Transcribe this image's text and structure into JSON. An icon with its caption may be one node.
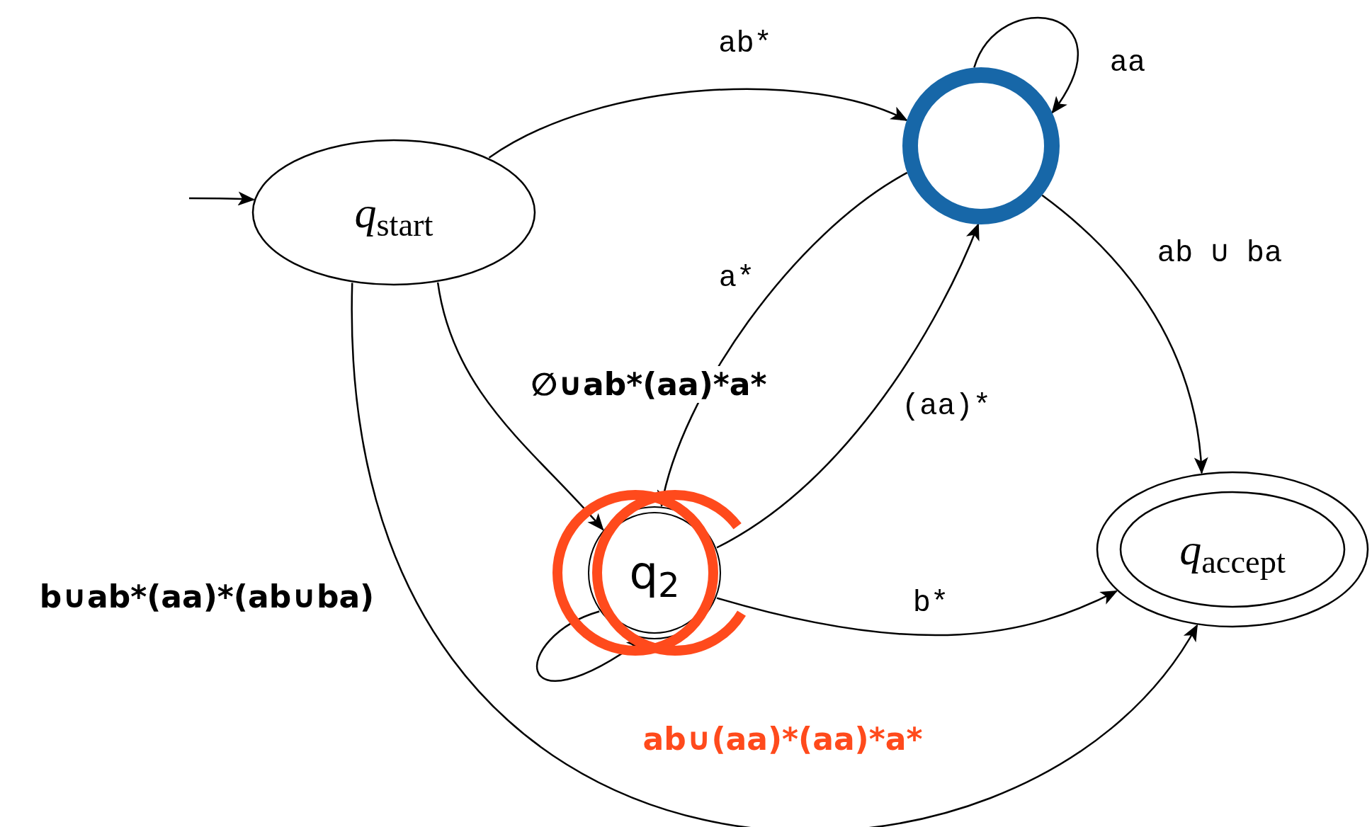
{
  "diagram": {
    "nodes": [
      {
        "text": [
          "*q*$_{start}$"
        ]
      },
      {
        "text": [],
        "shape": "circle"
      },
      {
        "text": [
          "q$_{2}$"
        ]
      },
      {
        "text": [
          "*q*$_{accept}$"
        ]
      }
    ],
    "edges": [
      {
        "from": null,
        "to": 0,
        "arrow": "to"
      },
      {
        "from": 0,
        "to": 1,
        "arrow": "to",
        "label": "ab*"
      },
      {
        "from": 1,
        "to": 1,
        "arrow": "to",
        "label": "aa"
      },
      {
        "from": 1,
        "to": 3,
        "arrow": "to",
        "label": "ab ∪ ba"
      },
      {
        "from": 1,
        "to": 2,
        "arrow": "to",
        "label": "a*"
      },
      {
        "from": 2,
        "to": 1,
        "arrow": "to",
        "label": "(aa)*"
      },
      {
        "from": 2,
        "to": 2,
        "arrow": "to"
      },
      {
        "from": 2,
        "to": 3,
        "arrow": "to",
        "label": "b*"
      },
      {
        "from": 0,
        "to": 3,
        "arrow": "to"
      },
      {
        "from": 0,
        "to": 2,
        "arrow": "to"
      }
    ],
    "labels": [
      "∅∪ab*(aa)*a*",
      "b∪ab*(aa)*(ab∪ba)",
      "ab∪(aa)*(aa)*a*"
    ]
  }
}
